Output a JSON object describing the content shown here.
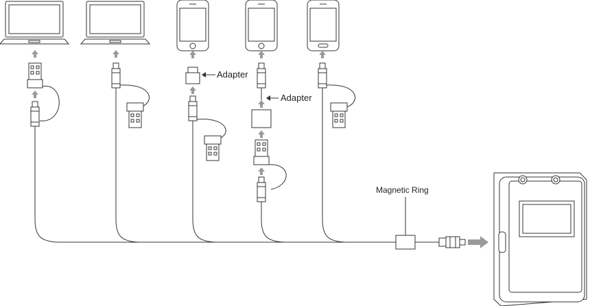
{
  "labels": {
    "adapter_1": "Adapter",
    "adapter_2": "Adapter",
    "magnetic_ring": "Magnetic Ring"
  },
  "colors": {
    "line": "#333333",
    "arrow": "#9a9a9a",
    "device_fill": "#ffffff"
  },
  "devices": [
    {
      "name": "laptop",
      "icon": "laptop-icon"
    },
    {
      "name": "laptop",
      "icon": "laptop-icon"
    },
    {
      "name": "phone",
      "icon": "phone-icon"
    },
    {
      "name": "phone",
      "icon": "phone-icon"
    },
    {
      "name": "phone",
      "icon": "phone-icon"
    }
  ]
}
